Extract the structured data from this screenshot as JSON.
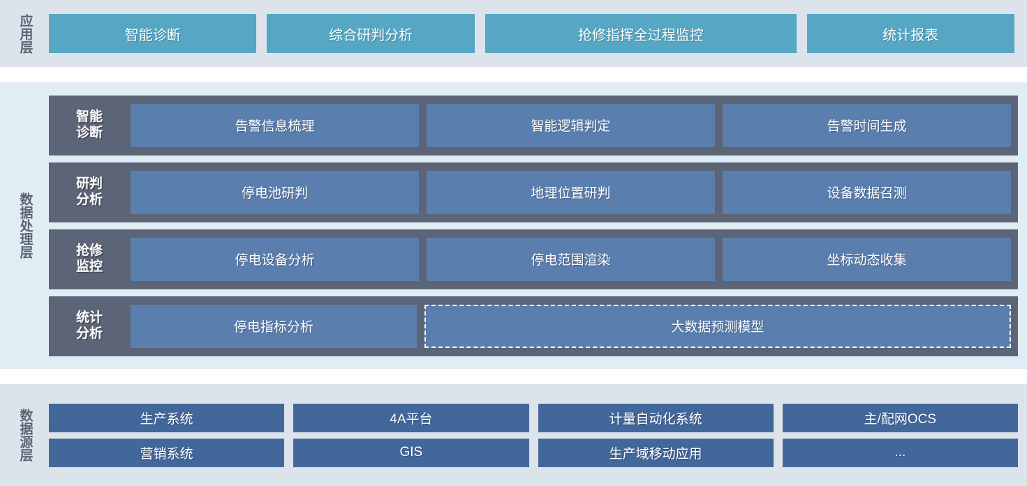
{
  "colors": {
    "app_band_bg": "#dde3ea",
    "proc_band_bg": "#e1edf4",
    "src_band_bg": "#dde3ea",
    "app_card": "#55a7c4",
    "proc_row": "#5b6577",
    "proc_card": "#5a7eae",
    "src_card": "#42679b",
    "label_text": "#5c6474",
    "card_text": "#ffffff",
    "page_bg": "#ffffff"
  },
  "layers": {
    "application": {
      "label": "应用层",
      "cards": [
        {
          "label": "智能诊断"
        },
        {
          "label": "综合研判分析"
        },
        {
          "label": "抢修指挥全过程监控"
        },
        {
          "label": "统计报表"
        }
      ]
    },
    "processing": {
      "label": "数据处理层",
      "rows": [
        {
          "label": "智能\n诊断",
          "label_line1": "智能",
          "label_line2": "诊断",
          "cards": [
            {
              "label": "告警信息梳理",
              "dashed": false
            },
            {
              "label": "智能逻辑判定",
              "dashed": false
            },
            {
              "label": "告警时间生成",
              "dashed": false
            }
          ]
        },
        {
          "label": "研判\n分析",
          "label_line1": "研判",
          "label_line2": "分析",
          "cards": [
            {
              "label": "停电池研判",
              "dashed": false
            },
            {
              "label": "地理位置研判",
              "dashed": false
            },
            {
              "label": "设备数据召测",
              "dashed": false
            }
          ]
        },
        {
          "label": "抢修\n监控",
          "label_line1": "抢修",
          "label_line2": "监控",
          "cards": [
            {
              "label": "停电设备分析",
              "dashed": false
            },
            {
              "label": "停电范围渲染",
              "dashed": false
            },
            {
              "label": "坐标动态收集",
              "dashed": false
            }
          ]
        },
        {
          "label": "统计\n分析",
          "label_line1": "统计",
          "label_line2": "分析",
          "cards": [
            {
              "label": "停电指标分析",
              "dashed": false
            },
            {
              "label": "大数据预测模型",
              "dashed": true
            }
          ]
        }
      ]
    },
    "source": {
      "label": "数据源层",
      "rows": [
        [
          {
            "label": "生产系统"
          },
          {
            "label": "4A平台"
          },
          {
            "label": "计量自动化系统"
          },
          {
            "label": "主/配网OCS"
          }
        ],
        [
          {
            "label": "营销系统"
          },
          {
            "label": "GIS"
          },
          {
            "label": "生产域移动应用"
          },
          {
            "label": "..."
          }
        ]
      ]
    }
  }
}
